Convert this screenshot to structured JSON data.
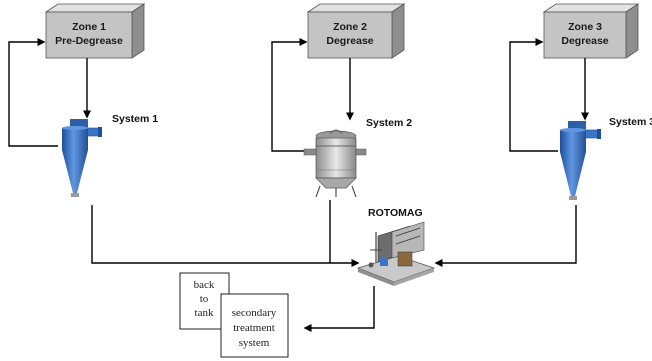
{
  "zones": [
    {
      "line1": "Zone 1",
      "line2": "Pre-Degrease"
    },
    {
      "line1": "Zone 2",
      "line2": "Degrease"
    },
    {
      "line1": "Zone 3",
      "line2": "Degrease"
    }
  ],
  "systems": [
    "System 1",
    "System 2",
    "System 3"
  ],
  "rotomag_label": "ROTOMAG",
  "back_to_tank": [
    "back",
    "to",
    "tank"
  ],
  "secondary": [
    "secondary",
    "treatment",
    "system"
  ],
  "colors": {
    "box_front": "#c4c4c4",
    "box_side": "#8e8e8e",
    "box_top": "#e2e2e2",
    "hydrocyclone": "#3b74c7",
    "filter_body": "#b9b9b9"
  }
}
